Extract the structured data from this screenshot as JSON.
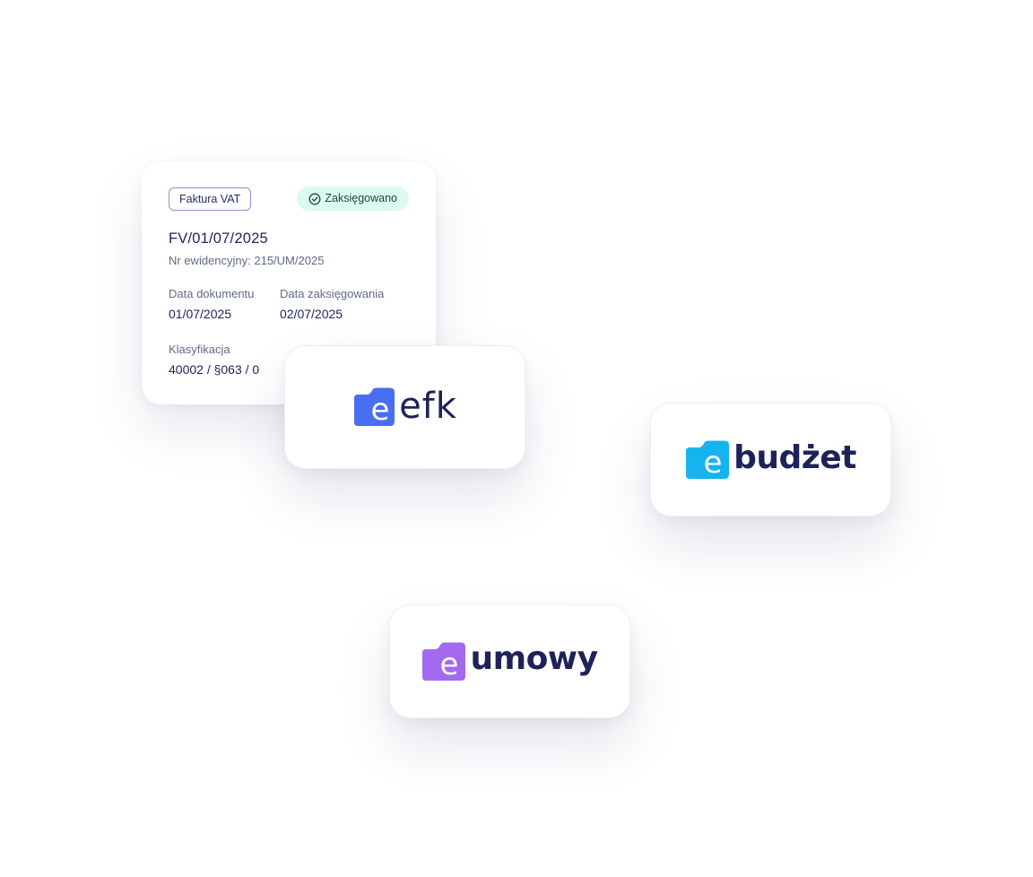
{
  "invoice": {
    "doc_type": "Faktura VAT",
    "status": "Zaksięgowano",
    "number": "FV/01/07/2025",
    "registry": "Nr ewidencyjny: 215/UM/2025",
    "document_date_label": "Data dokumentu",
    "document_date": "01/07/2025",
    "posting_date_label": "Data zaksięgowania",
    "posting_date": "02/07/2025",
    "classification_label": "Klasyfikacja",
    "classification": "40002 / §063 / 0"
  },
  "products": [
    {
      "name": "efk",
      "letter": "e",
      "icon_color": "#4a6ef2"
    },
    {
      "name": "budżet",
      "letter": "e",
      "icon_color": "#16b4ef"
    },
    {
      "name": "umowy",
      "letter": "e",
      "icon_color": "#a36af0"
    }
  ],
  "colors": {
    "text_dark": "#1d2359",
    "status_bg": "#dcfaf0",
    "badge_border": "#8b92d6"
  }
}
